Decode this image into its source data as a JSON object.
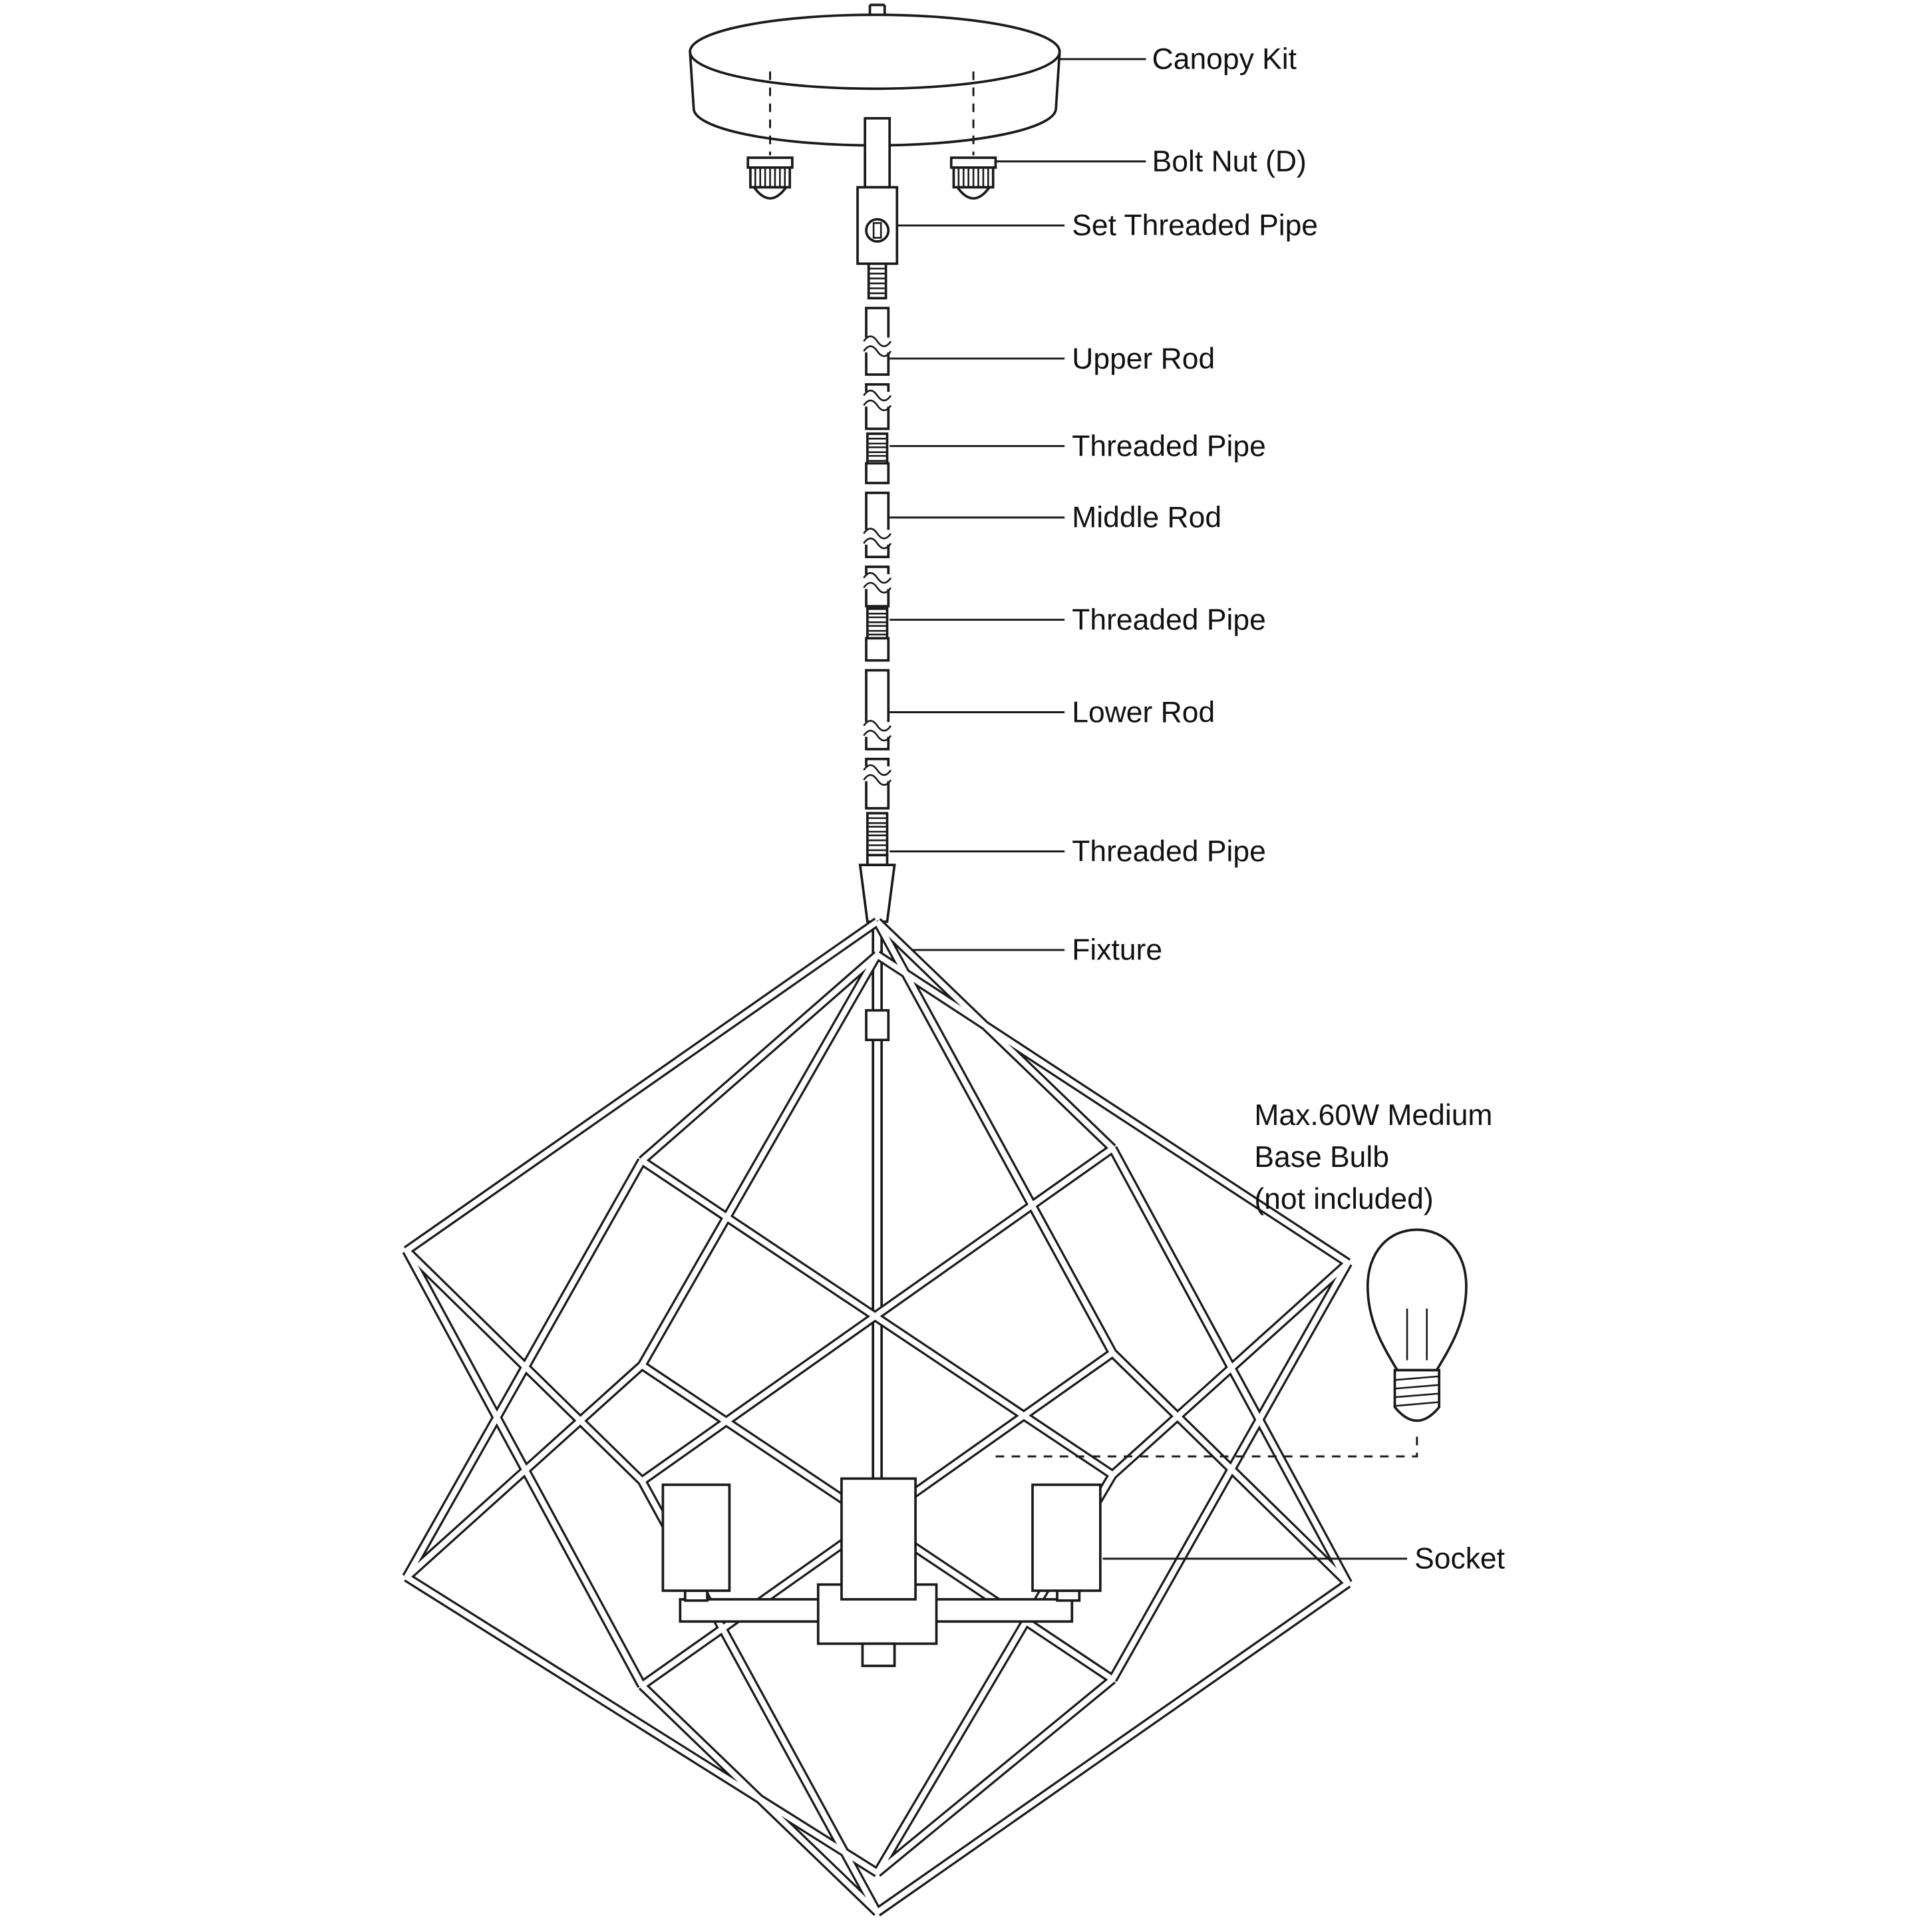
{
  "labels": {
    "canopy_kit": "Canopy Kit",
    "bolt_nut": "Bolt Nut (D)",
    "set_threaded_pipe": "Set Threaded Pipe",
    "upper_rod": "Upper Rod",
    "threaded_pipe_upper": "Threaded Pipe",
    "middle_rod": "Middle Rod",
    "threaded_pipe_middle": "Threaded Pipe",
    "lower_rod": "Lower Rod",
    "threaded_pipe_lower": "Threaded Pipe",
    "fixture": "Fixture",
    "socket": "Socket"
  },
  "bulb_note": {
    "line1": "Max.60W Medium",
    "line2": "Base Bulb",
    "line3": "(not included)"
  },
  "colors": {
    "line": "#1a1a1a",
    "background": "#ffffff"
  }
}
